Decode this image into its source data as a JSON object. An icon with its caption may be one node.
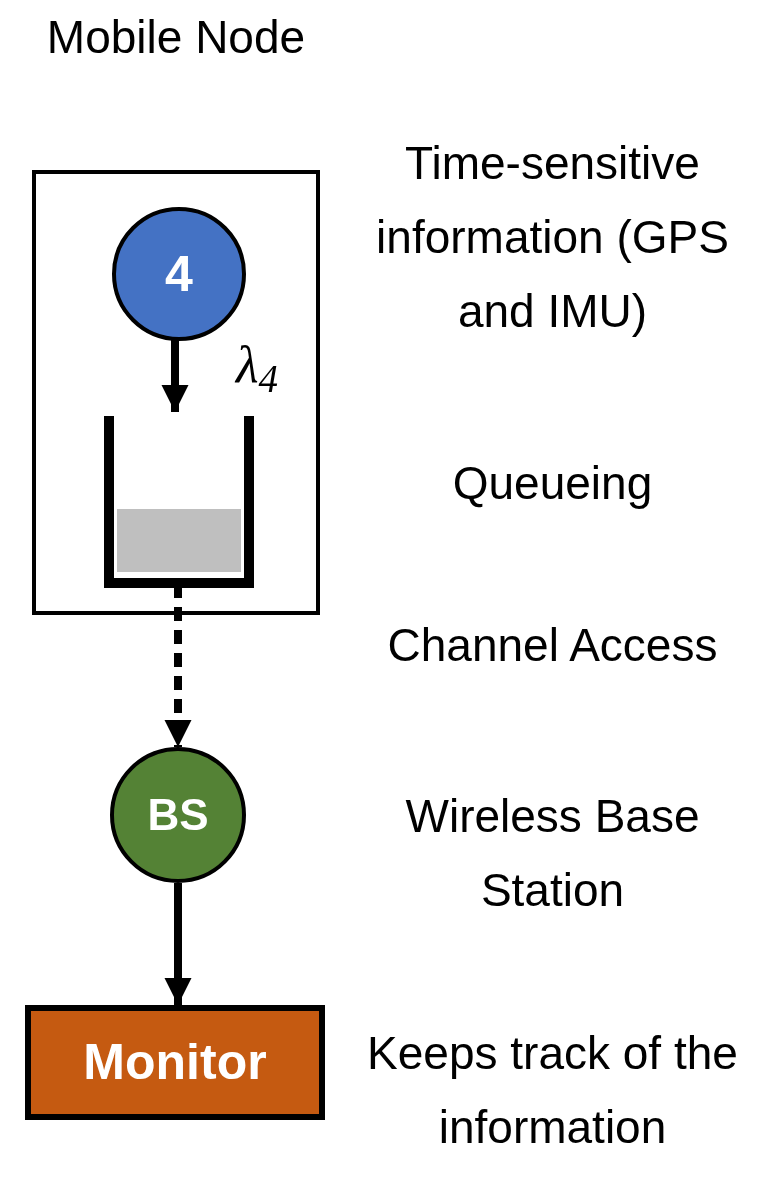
{
  "diagram": {
    "nodes": [
      {
        "text": [
          "Mobile Node"
        ]
      },
      {
        "text": [
          "4"
        ],
        "in": 0
      },
      {
        "text": [],
        "shape": "box",
        "in": 0
      },
      {
        "text": [
          "BS"
        ]
      },
      {
        "text": [
          "Monitor"
        ]
      }
    ],
    "edges": [
      {
        "from": 1,
        "to": 2,
        "arrow": "to",
        "label": "λ$_{4}$"
      },
      {
        "from": 2,
        "to": 3,
        "arrow": "to",
        "style": "dashed"
      },
      {
        "from": 3,
        "to": 4,
        "arrow": "to"
      }
    ],
    "labels": [
      "Time-sensitive information (GPS and IMU)",
      "Queueing",
      "Channel Access",
      "Wireless Base Station",
      "Keeps track of the information"
    ]
  }
}
